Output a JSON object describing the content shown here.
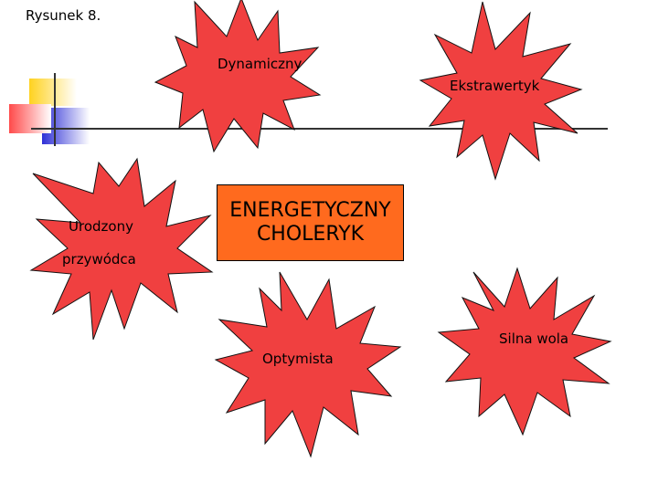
{
  "caption": "Rysunek 8.",
  "center": {
    "line1": "ENERGETYCZNY",
    "line2": "CHOLERYK"
  },
  "traits": {
    "dynamiczny": "Dynamiczny",
    "ekstrawertyk": "Ekstrawertyk",
    "urodzony": "Urodzony",
    "przywodca": "przywódca",
    "silna_wola": "Silna wola",
    "optymista": "Optymista"
  },
  "colors": {
    "burst_fill": "#f04040",
    "center_fill": "#ff6a1e",
    "deco_yellow": "#ffdd33",
    "deco_blue": "#2f30d6",
    "deco_red": "#ff5050"
  }
}
